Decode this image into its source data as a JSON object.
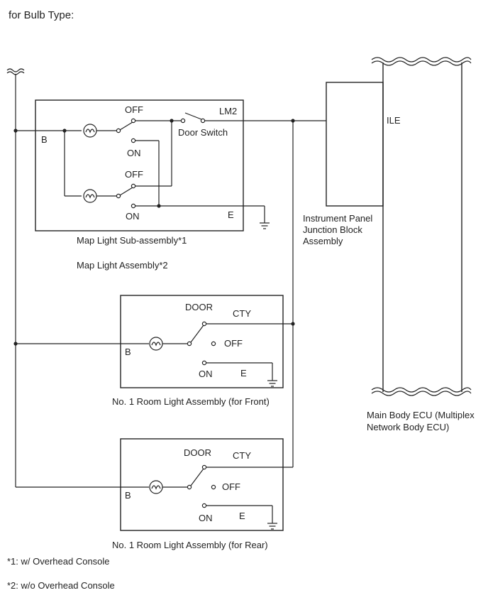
{
  "title": "for Bulb Type:",
  "map_light": {
    "off_1": "OFF",
    "on_1": "ON",
    "off_2": "OFF",
    "on_2": "ON",
    "lm2": "LM2",
    "door_switch": "Door Switch",
    "b": "B",
    "e": "E",
    "label_1": "Map Light Sub-assembly*1",
    "label_2": "Map Light Assembly*2"
  },
  "junction_block": {
    "label_line_1": "Instrument Panel",
    "label_line_2": "Junction Block",
    "label_line_3": "Assembly",
    "ile": "ILE"
  },
  "room_front": {
    "door": "DOOR",
    "cty": "CTY",
    "off": "OFF",
    "on": "ON",
    "b": "B",
    "e": "E",
    "label": "No. 1 Room Light Assembly (for Front)"
  },
  "room_rear": {
    "door": "DOOR",
    "cty": "CTY",
    "off": "OFF",
    "on": "ON",
    "b": "B",
    "e": "E",
    "label": "No. 1 Room Light Assembly (for Rear)"
  },
  "ecu": {
    "label_line_1": "Main Body ECU (Multiplex",
    "label_line_2": "Network Body ECU)"
  },
  "footnotes": {
    "note_1": "*1: w/ Overhead Console",
    "note_2": "*2: w/o Overhead Console"
  }
}
